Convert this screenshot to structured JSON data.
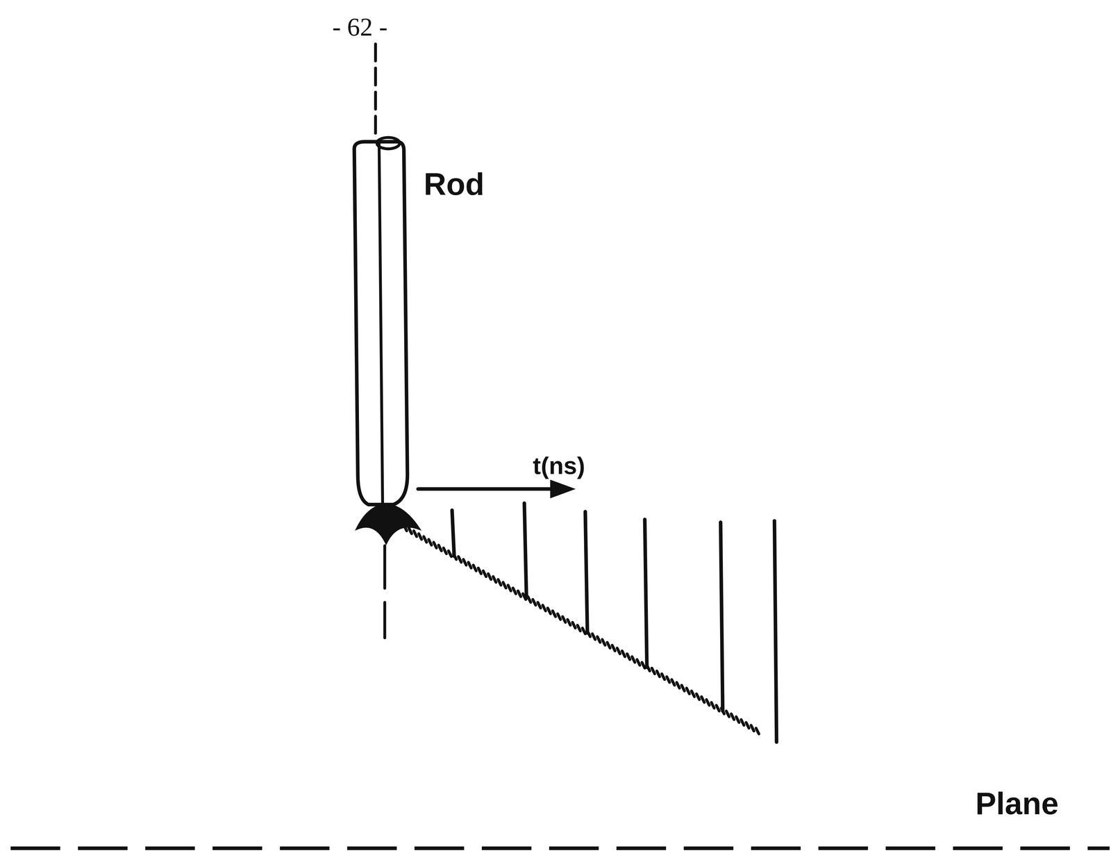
{
  "diagram": {
    "labels": [
      "- 62 -",
      "Rod",
      "t(ns)",
      "Plane"
    ]
  }
}
